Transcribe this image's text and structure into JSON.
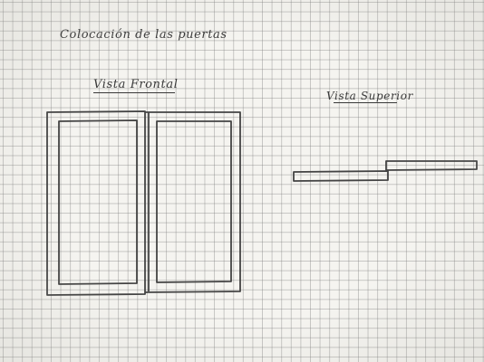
{
  "sheet": {
    "title": "Colocación de las puertas",
    "front_view_label": "Vista Frontal",
    "top_view_label": "Vista Superior"
  },
  "colors": {
    "paper": "#f5f4f0",
    "grid": "#a0a0a0",
    "pencil": "#444444"
  }
}
